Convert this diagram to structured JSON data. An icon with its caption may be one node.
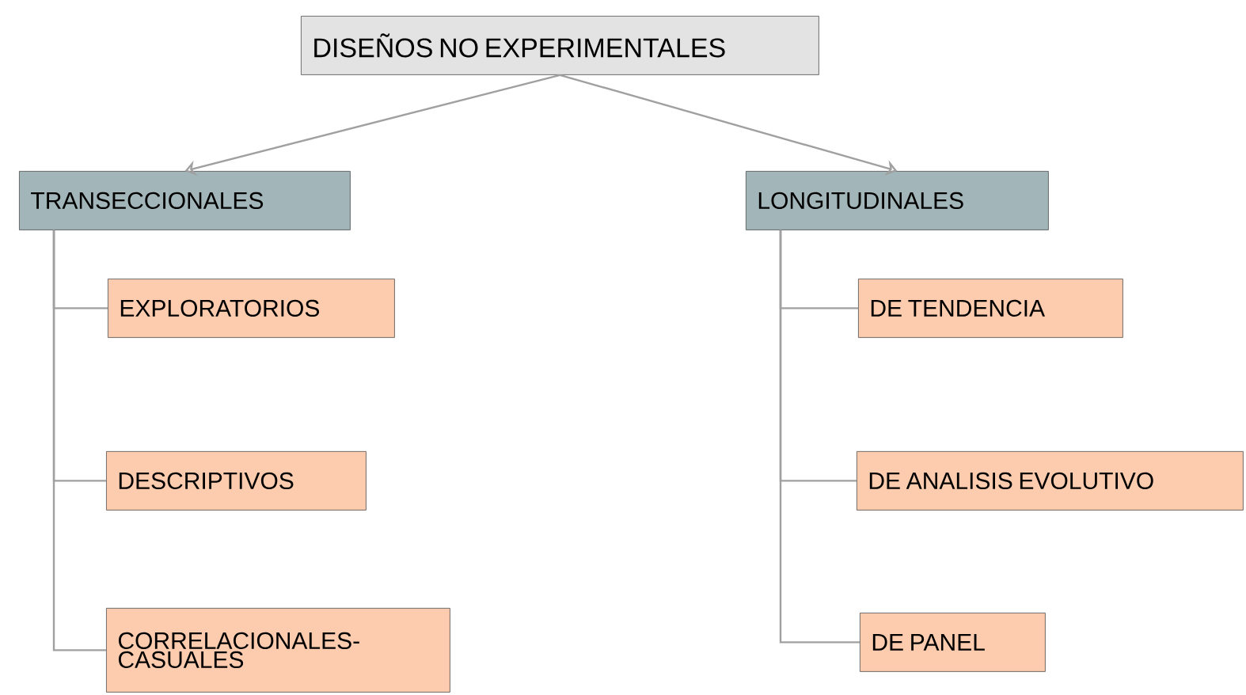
{
  "diagram": {
    "nodes": [
      {
        "text": [
          "DISEÑOS NO EXPERIMENTALES"
        ]
      },
      {
        "text": [
          "TRANSECCIONALES"
        ]
      },
      {
        "text": [
          "LONGITUDINALES"
        ]
      },
      {
        "text": [
          "EXPLORATORIOS"
        ]
      },
      {
        "text": [
          "DESCRIPTIVOS"
        ]
      },
      {
        "text": [
          "CORRELACIONALES- CASUALES"
        ]
      },
      {
        "text": [
          "DE TENDENCIA"
        ]
      },
      {
        "text": [
          "DE ANALISIS EVOLUTIVO"
        ]
      },
      {
        "text": [
          "DE PANEL"
        ]
      }
    ],
    "edges": [
      {
        "from": 0,
        "to": 1,
        "arrow": "to"
      },
      {
        "from": 0,
        "to": 2,
        "arrow": "to"
      },
      {
        "from": 1,
        "to": 3,
        "arrow": "none"
      },
      {
        "from": 1,
        "to": 4,
        "arrow": "none"
      },
      {
        "from": 1,
        "to": 5,
        "arrow": "none"
      },
      {
        "from": 2,
        "to": 6,
        "arrow": "none"
      },
      {
        "from": 2,
        "to": 7,
        "arrow": "none"
      },
      {
        "from": 2,
        "to": 8,
        "arrow": "none"
      }
    ]
  }
}
